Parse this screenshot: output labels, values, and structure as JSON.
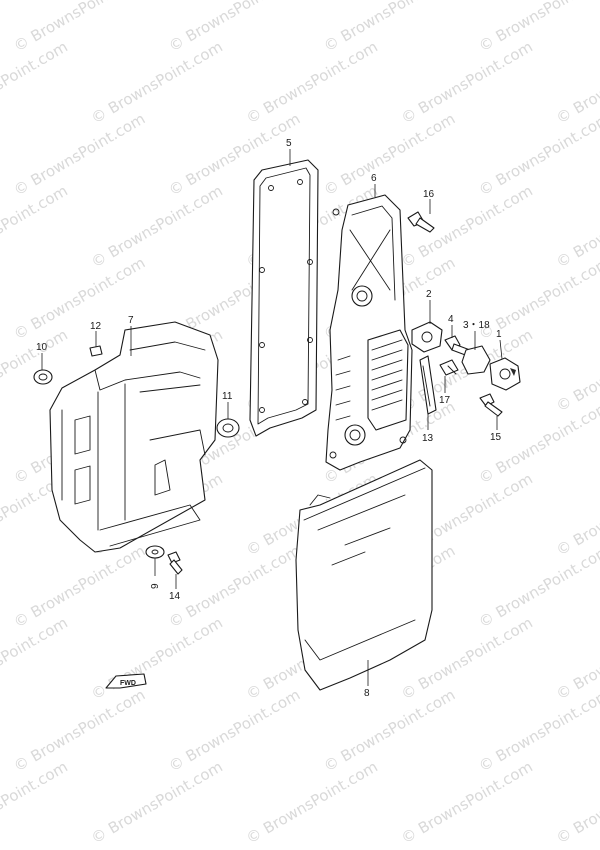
{
  "watermark": {
    "text": "© BrownsPoint.com",
    "color": "#d9d9d9"
  },
  "callouts": {
    "c1": "1",
    "c2": "2",
    "c3_18": "3・18",
    "c4": "4",
    "c5": "5",
    "c6": "6",
    "c7": "7",
    "c8": "8",
    "c9": "9",
    "c10": "10",
    "c11": "11",
    "c12": "12",
    "c13": "13",
    "c14": "14",
    "c15": "15",
    "c16": "16",
    "c17": "17"
  },
  "direction_marker": {
    "icon": "forward-arrow-icon",
    "label": "FWD"
  }
}
